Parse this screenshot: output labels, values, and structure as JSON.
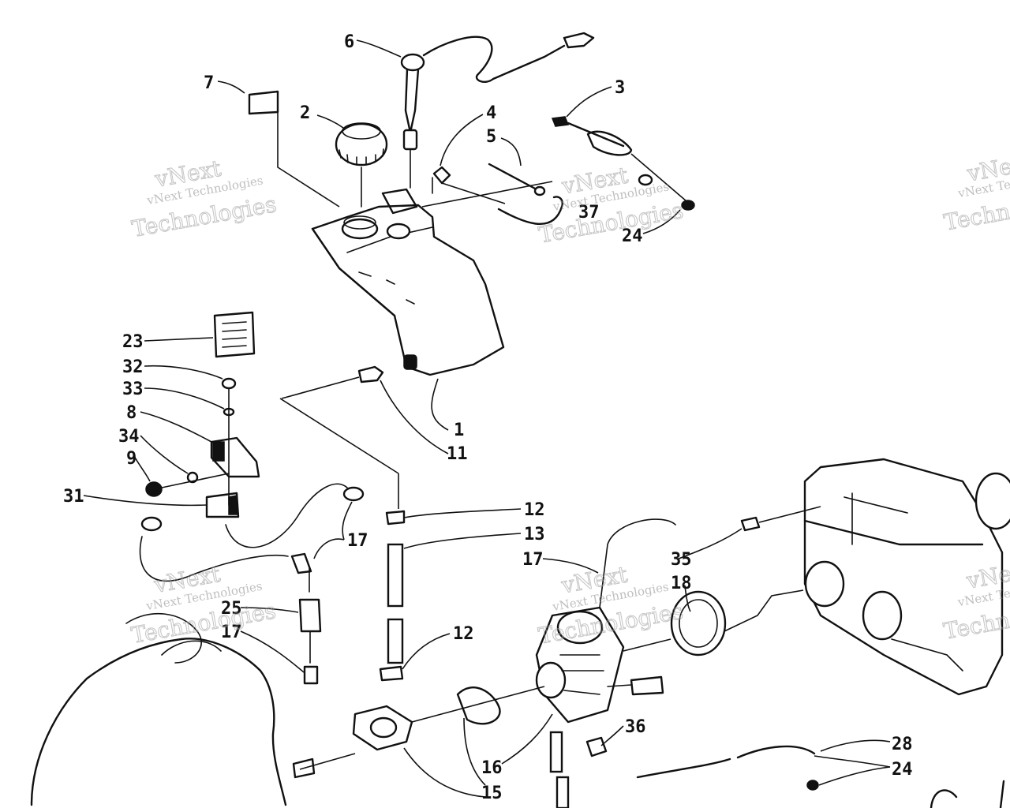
{
  "watermark": {
    "line1": "vNext Technologies",
    "line2": "Technologies",
    "ghost": "vNext"
  },
  "callouts": {
    "c1": "1",
    "c2": "2",
    "c3": "3",
    "c4": "4",
    "c5": "5",
    "c6": "6",
    "c7": "7",
    "c8": "8",
    "c9": "9",
    "c11": "11",
    "c12a": "12",
    "c12b": "12",
    "c13": "13",
    "c15": "15",
    "c16": "16",
    "c17a": "17",
    "c17b": "17",
    "c17c": "17",
    "c18": "18",
    "c23": "23",
    "c24a": "24",
    "c24b": "24",
    "c25": "25",
    "c28": "28",
    "c31": "31",
    "c32": "32",
    "c33": "33",
    "c34": "34",
    "c35": "35",
    "c36": "36",
    "c37": "37"
  }
}
